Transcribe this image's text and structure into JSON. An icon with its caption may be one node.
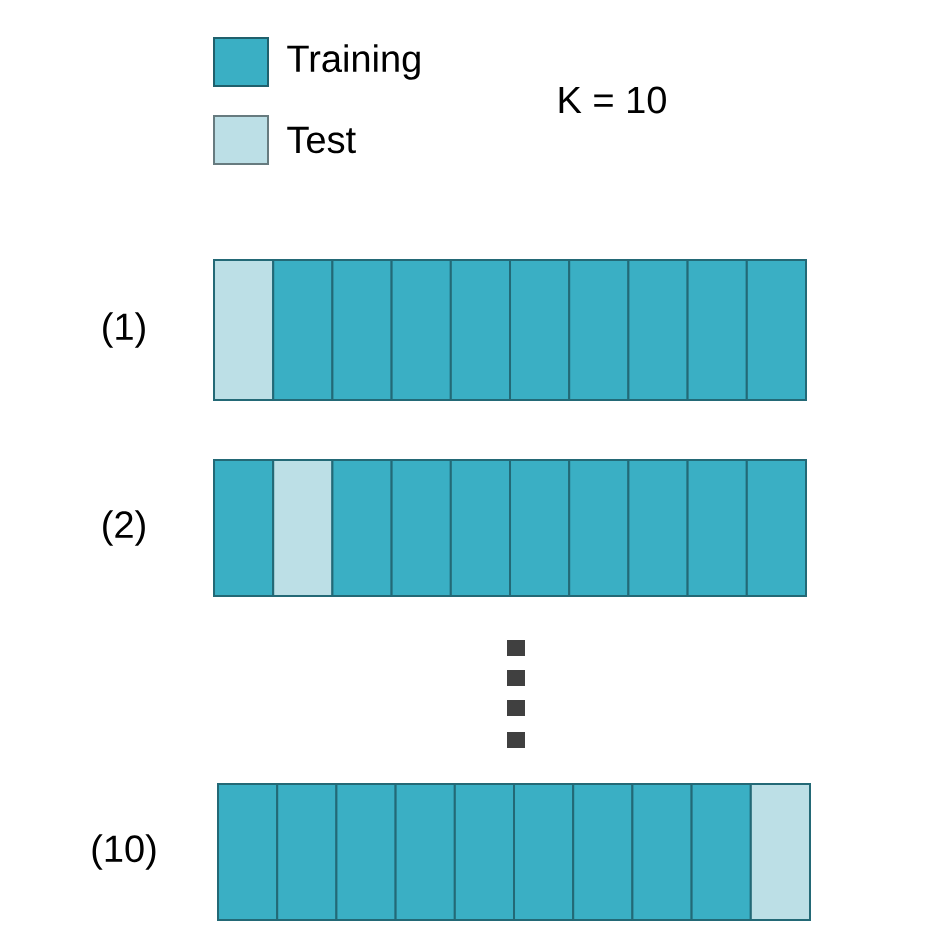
{
  "diagram": {
    "labels": [
      "K = 10",
      "(1)",
      "(2)",
      "(10)"
    ],
    "legend": [
      {
        "text": "Training",
        "color": "#3aafc4"
      },
      {
        "text": "Test",
        "color": "#bcdfe6"
      }
    ]
  }
}
